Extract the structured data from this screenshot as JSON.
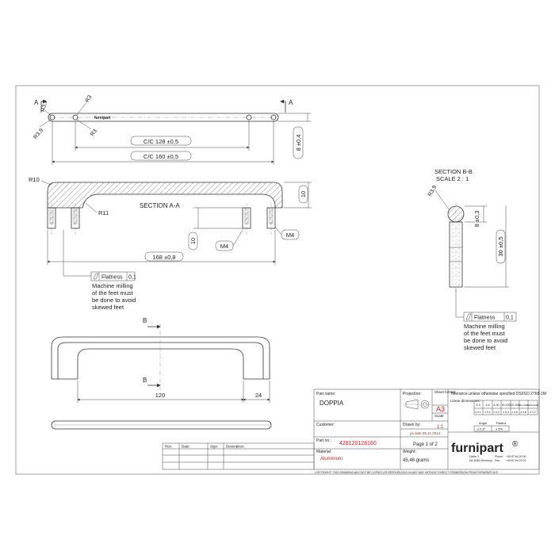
{
  "plan_view": {
    "section_label": "A",
    "radius_end": "R3,9",
    "radius_end_left": "R3,9",
    "radius_hole_top": "R3",
    "radius_hole_bottom": "R3",
    "brand_mark": "furnipart",
    "dim_cc128": "C/C 128 ±0,5",
    "dim_cc160": "C/C 160 ±0,5",
    "dim_width": "8 ±0,4"
  },
  "section_aa": {
    "title": "SECTION A-A",
    "radius_outer": "R10",
    "radius_inner": "R11",
    "dim_length": "168 ±0,8",
    "dim_height": "10",
    "dim_foot": "10",
    "thread_left": "M4",
    "thread_right": "M4",
    "flatness_label": "Flatness",
    "flatness_value": "0,1",
    "note_lines": [
      "Machine milling",
      "of the feet must",
      "be done to avoid",
      "skewed feet"
    ]
  },
  "section_bb": {
    "title": "SECTION B-B",
    "scale": "SCALE 2 : 1",
    "radius": "R3,9",
    "dim_width": "8 ±0,3",
    "dim_height": "30 ±0,5",
    "flatness_label": "Flatness",
    "flatness_value": "0,1",
    "note_lines": [
      "Machine milling",
      "of the feet must",
      "be done to avoid",
      "skewed feet"
    ]
  },
  "front_view": {
    "section_label": "B",
    "dim_span": "120",
    "dim_foot": "24"
  },
  "title_block": {
    "part_name_label": "Part name:",
    "part_name": "DOPPIA",
    "projection_label": "Projection:",
    "sheet_format_label": "Sheet format:",
    "sheet_format": "A3",
    "scale_label": "Scale:",
    "scale": "1:1",
    "tolerance_header": "Tolerance unless otherwise specified DS/ISO 2768-1M",
    "linear_label": "Linear dimensions:",
    "tol_ranges": [
      "0-3",
      "3-6",
      "6-30",
      "30-120",
      "120-400",
      "400-1000",
      "1000-2000"
    ],
    "tol_values": [
      "± 0,1",
      "± 0,1",
      "± 0,2",
      "± 0,3",
      "± 0,5",
      "± 0,8",
      "± 1,2"
    ],
    "angle_label": "Angle",
    "radius_label": "Radius",
    "angle_value": "± 0,5°",
    "radius_value": "± 5%",
    "customer_label": "Customer:",
    "drawn_by_label": "Drawn by:",
    "drawn_by": "ps date 05.11.2014",
    "part_no_label": "Part no.:",
    "part_no": "428120128160",
    "page": "Page 1 of 2",
    "material_label": "Material:",
    "material": "Aluminium",
    "weight_label": "Weight:",
    "weight": "45,46 grams",
    "rev_headers": [
      "Rev.",
      "Date:",
      "Sign.",
      "Description:"
    ],
    "company": "furnipart",
    "company_mark": "®",
    "address_lines": [
      "Dalbe 2",
      "DK-8382 Hinnerup"
    ],
    "phone_label": "Phone:",
    "phone": "+45 87 64 20 00",
    "fax_label": "Fax:",
    "fax": "+45 87 64 20 01",
    "copyright": "COPYRIGHT: THIS DRAWING MAY NOT BE COPIED OR REPRODUCED IN ANY WAY WITHOUT DIRECT PERMISSION FROM FURNIPART A/S"
  }
}
